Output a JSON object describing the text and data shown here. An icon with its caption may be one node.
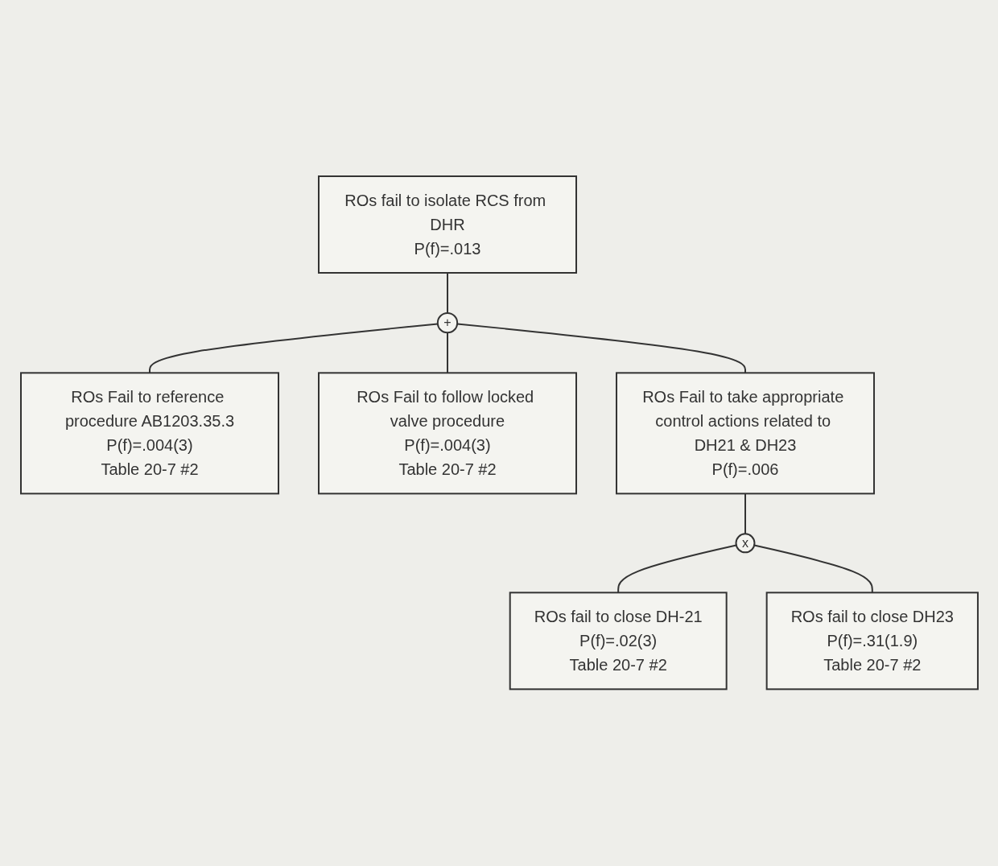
{
  "diagram": {
    "nodes": [
      {
        "text": [
          "ROs fail to isolate RCS from DHR",
          "P(f)=.013"
        ]
      },
      {
        "text": [
          "+"
        ]
      },
      {
        "text": [
          "ROs Fail to reference procedure AB1203.35.3",
          "P(f)=.004(3)",
          "Table 20-7 #2"
        ]
      },
      {
        "text": [
          "ROs Fail to follow locked valve procedure",
          "P(f)=.004(3)",
          "Table 20-7 #2"
        ]
      },
      {
        "text": [
          "ROs Fail to take appropriate control actions related to DH21 & DH23",
          "P(f)=.006"
        ]
      },
      {
        "text": [
          "x"
        ]
      },
      {
        "text": [
          "ROs fail to close DH-21",
          "P(f)=.02(3)",
          "Table 20-7 #2"
        ]
      },
      {
        "text": [
          "ROs fail to close DH23",
          "P(f)=.31(1.9)",
          "Table 20-7 #2"
        ]
      }
    ],
    "edges": [
      {
        "from": 0,
        "to": 1,
        "arrow": "none"
      },
      {
        "from": 1,
        "to": 2,
        "arrow": "none"
      },
      {
        "from": 1,
        "to": 3,
        "arrow": "none"
      },
      {
        "from": 1,
        "to": 4,
        "arrow": "none"
      },
      {
        "from": 4,
        "to": 5,
        "arrow": "none"
      },
      {
        "from": 5,
        "to": 6,
        "arrow": "none"
      },
      {
        "from": 5,
        "to": 7,
        "arrow": "none"
      }
    ]
  }
}
